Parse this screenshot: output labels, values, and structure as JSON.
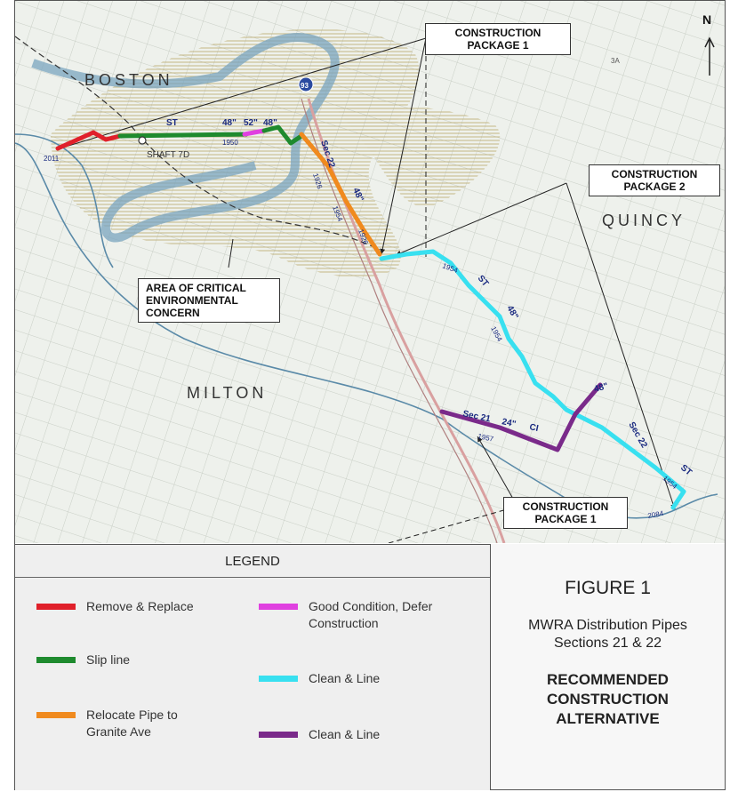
{
  "map": {
    "cities": {
      "boston": "BOSTON",
      "quincy": "QUINCY",
      "milton": "MILTON"
    },
    "north": "N",
    "callouts": {
      "pkg1_top": "CONSTRUCTION PACKAGE 1",
      "pkg2": "CONSTRUCTION PACKAGE 2",
      "pkg1_bottom": "CONSTRUCTION PACKAGE 1",
      "acec": "AREA OF CRITICAL ENVIRONMENTAL CONCERN"
    },
    "labels": {
      "st": "ST",
      "d48": "48\"",
      "d52": "52\"",
      "y1950": "1950",
      "shaft": "SHAFT 7D",
      "y2011": "2011",
      "sec22": "Sec 22",
      "y1926a": "1926",
      "y1954a": "1954",
      "y1926b": "1926",
      "hwy": "93",
      "y1954b": "1954",
      "st2": "ST",
      "d48b": "48\"",
      "y1954c": "1954",
      "sec21": "Sec 21",
      "d24": "24\"",
      "ci": "CI",
      "y1957": "1957",
      "d48c": "48\"",
      "sec22b": "Sec 22",
      "st3": "ST",
      "y1954d": "1954",
      "y2084": "2084",
      "r3a": "3A"
    },
    "colors": {
      "remove_replace": "#e0202a",
      "slip_line": "#1e8a2e",
      "relocate": "#f08a1e",
      "good_condition": "#e040e0",
      "clean_line_cyan": "#38e0f0",
      "clean_line_purple": "#7a2a8a",
      "water": "#5a8aa8",
      "wetland": "#c8bc8c"
    }
  },
  "legend": {
    "title": "LEGEND",
    "items": [
      {
        "label": "Remove & Replace",
        "color": "#e0202a"
      },
      {
        "label": "Slip line",
        "color": "#1e8a2e"
      },
      {
        "label": "Relocate Pipe to Granite Ave",
        "color": "#f08a1e"
      },
      {
        "label": "Good Condition, Defer Construction",
        "color": "#e040e0"
      },
      {
        "label": "Clean & Line",
        "color": "#38e0f0"
      },
      {
        "label": "Clean & Line",
        "color": "#7a2a8a"
      }
    ]
  },
  "figure": {
    "title": "FIGURE 1",
    "subtitle_line1": "MWRA Distribution Pipes",
    "subtitle_line2": "Sections 21 & 22",
    "recommended_line1": "RECOMMENDED",
    "recommended_line2": "CONSTRUCTION",
    "recommended_line3": "ALTERNATIVE"
  }
}
